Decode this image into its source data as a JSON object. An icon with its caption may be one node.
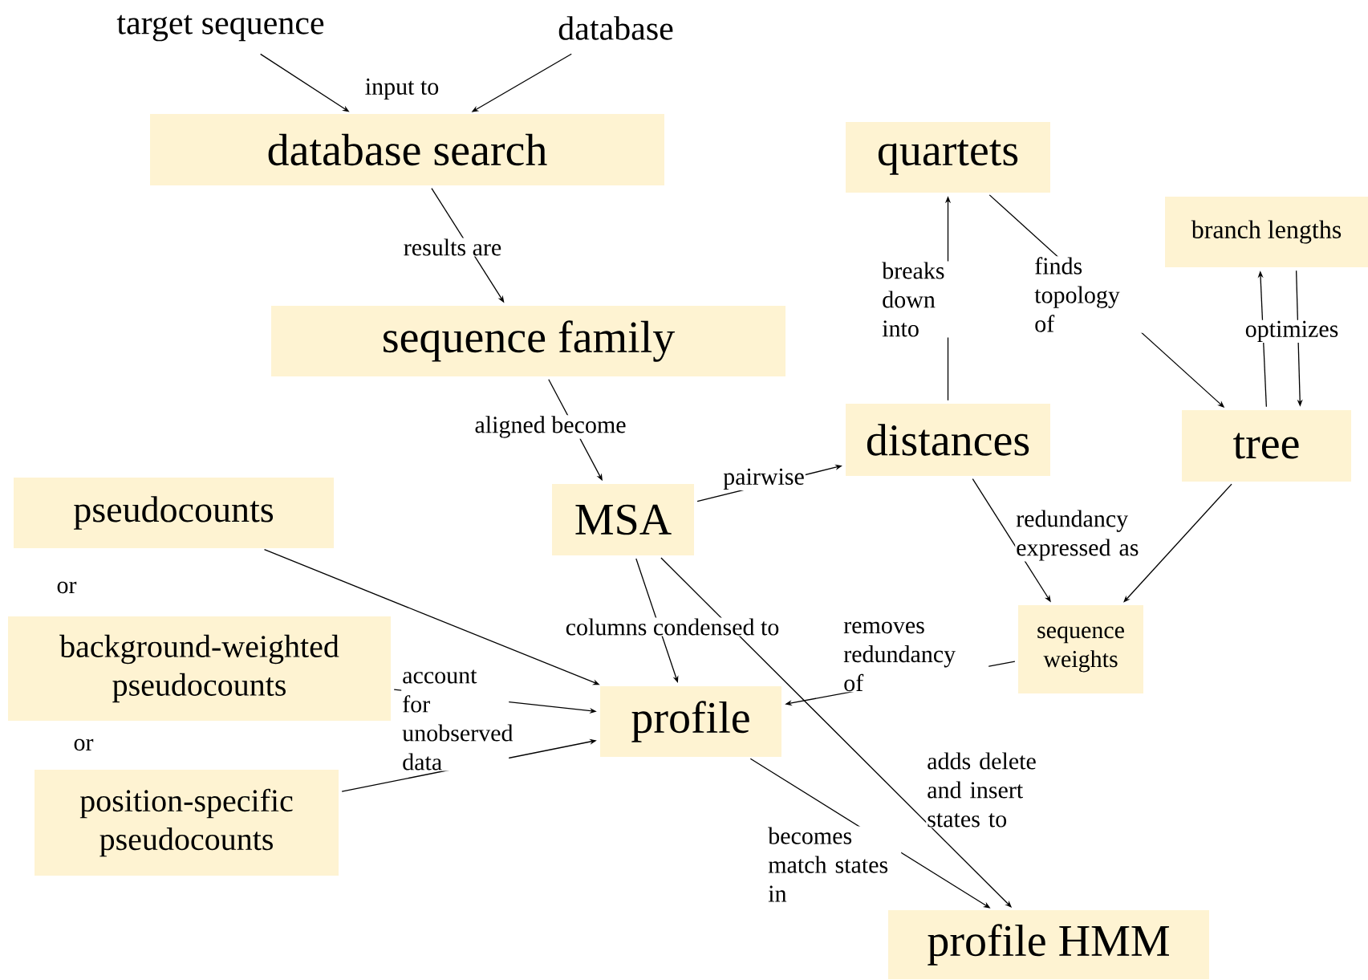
{
  "diagram": {
    "nodes": [
      {
        "text": [
          "target sequence"
        ]
      },
      {
        "text": [
          "database"
        ]
      },
      {
        "text": [
          "database search"
        ]
      },
      {
        "text": [
          "sequence family"
        ]
      },
      {
        "text": [
          "MSA"
        ]
      },
      {
        "text": [
          "quartets"
        ]
      },
      {
        "text": [
          "distances"
        ]
      },
      {
        "text": [
          "branch lengths"
        ]
      },
      {
        "text": [
          "tree"
        ]
      },
      {
        "text": [
          "pseudocounts"
        ]
      },
      {
        "text": [
          "background-weighted pseudocounts"
        ]
      },
      {
        "text": [
          "position-specific pseudocounts"
        ]
      },
      {
        "text": [
          "profile"
        ]
      },
      {
        "text": [
          "sequence weights"
        ]
      },
      {
        "text": [
          "profile HMM"
        ]
      }
    ],
    "edges": [
      {
        "from": 0,
        "to": 2,
        "arrow": "to",
        "label": "input to"
      },
      {
        "from": 1,
        "to": 2,
        "arrow": "to"
      },
      {
        "from": 2,
        "to": 3,
        "arrow": "to",
        "label": "results are"
      },
      {
        "from": 3,
        "to": 4,
        "arrow": "to",
        "label": "aligned become"
      },
      {
        "from": 4,
        "to": 6,
        "arrow": "to",
        "label": "pairwise"
      },
      {
        "from": 6,
        "to": 5,
        "arrow": "to",
        "label": "breaks down into"
      },
      {
        "from": 5,
        "to": 8,
        "arrow": "to",
        "label": "finds topology of"
      },
      {
        "from": 8,
        "to": 7,
        "arrow": "to",
        "label": "optimizes"
      },
      {
        "from": 7,
        "to": 8,
        "arrow": "to"
      },
      {
        "from": 6,
        "to": 13,
        "arrow": "to",
        "label": "redundancy expressed as"
      },
      {
        "from": 8,
        "to": 13,
        "arrow": "to"
      },
      {
        "from": 13,
        "to": 12,
        "arrow": "to",
        "label": "removes redundancy of"
      },
      {
        "from": 4,
        "to": 12,
        "arrow": "to",
        "label": "columns condensed to"
      },
      {
        "from": 4,
        "to": 14,
        "arrow": "to",
        "label": "adds delete and insert states to"
      },
      {
        "from": 12,
        "to": 14,
        "arrow": "to",
        "label": "becomes match states in"
      },
      {
        "from": 9,
        "to": 12,
        "arrow": "to"
      },
      {
        "from": 10,
        "to": 12,
        "arrow": "to",
        "label": "account for unobserved data"
      },
      {
        "from": 11,
        "to": 12,
        "arrow": "to"
      }
    ],
    "labels": [
      "or",
      "or"
    ]
  }
}
